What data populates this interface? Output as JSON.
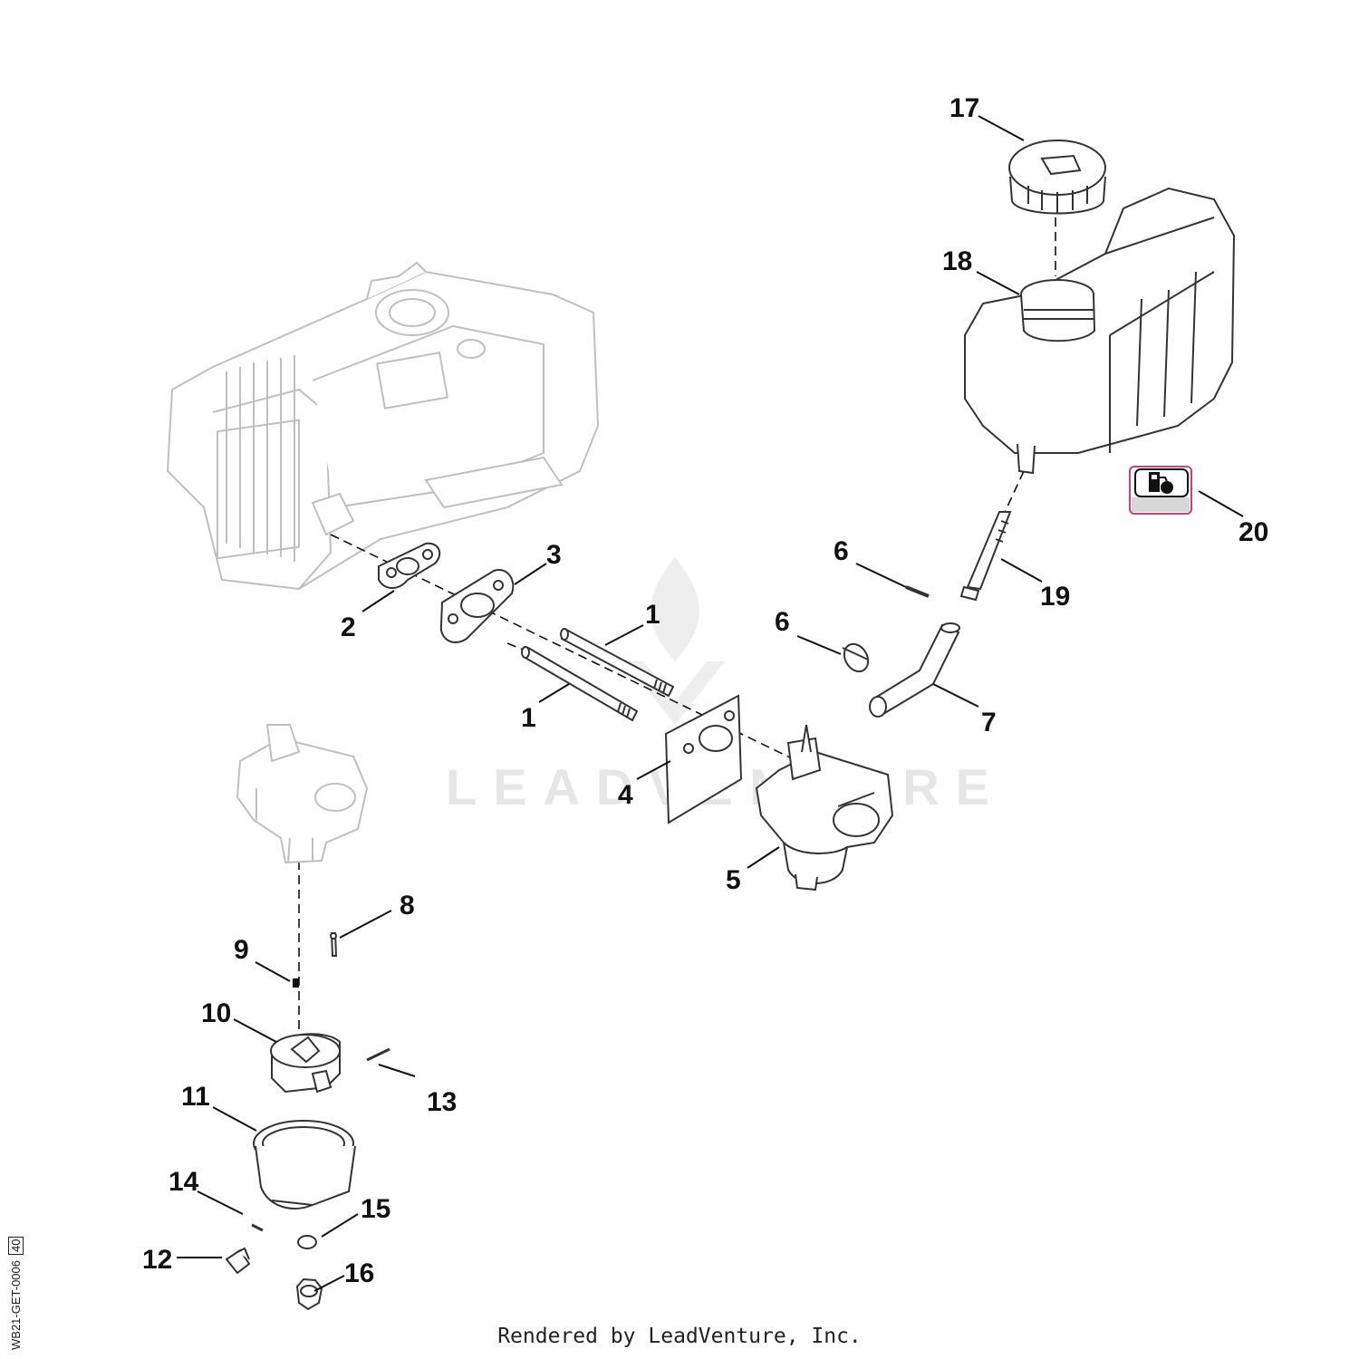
{
  "diagram": {
    "footer_text": "Rendered by LeadVenture, Inc.",
    "watermark_text": "LEADVENTURE",
    "side_code": "WB21-GET-0006",
    "side_code_box": "40",
    "colors": {
      "line": "#111111",
      "ghost_part": "#bfbfbf",
      "badge_border": "#c0457a",
      "watermark": "#e6e6e6"
    },
    "icons": [
      "fuel-pump-icon"
    ],
    "callouts": [
      {
        "id": "c17",
        "text": "17"
      },
      {
        "id": "c18",
        "text": "18"
      },
      {
        "id": "c20",
        "text": "20"
      },
      {
        "id": "c6a",
        "text": "6"
      },
      {
        "id": "c19",
        "text": "19"
      },
      {
        "id": "c3",
        "text": "3"
      },
      {
        "id": "c1a",
        "text": "1"
      },
      {
        "id": "c6b",
        "text": "6"
      },
      {
        "id": "c2",
        "text": "2"
      },
      {
        "id": "c1b",
        "text": "1"
      },
      {
        "id": "c7",
        "text": "7"
      },
      {
        "id": "c4",
        "text": "4"
      },
      {
        "id": "c5",
        "text": "5"
      },
      {
        "id": "c8",
        "text": "8"
      },
      {
        "id": "c9",
        "text": "9"
      },
      {
        "id": "c10",
        "text": "10"
      },
      {
        "id": "c13",
        "text": "13"
      },
      {
        "id": "c11",
        "text": "11"
      },
      {
        "id": "c14",
        "text": "14"
      },
      {
        "id": "c15",
        "text": "15"
      },
      {
        "id": "c12",
        "text": "12"
      },
      {
        "id": "c16",
        "text": "16"
      }
    ]
  }
}
